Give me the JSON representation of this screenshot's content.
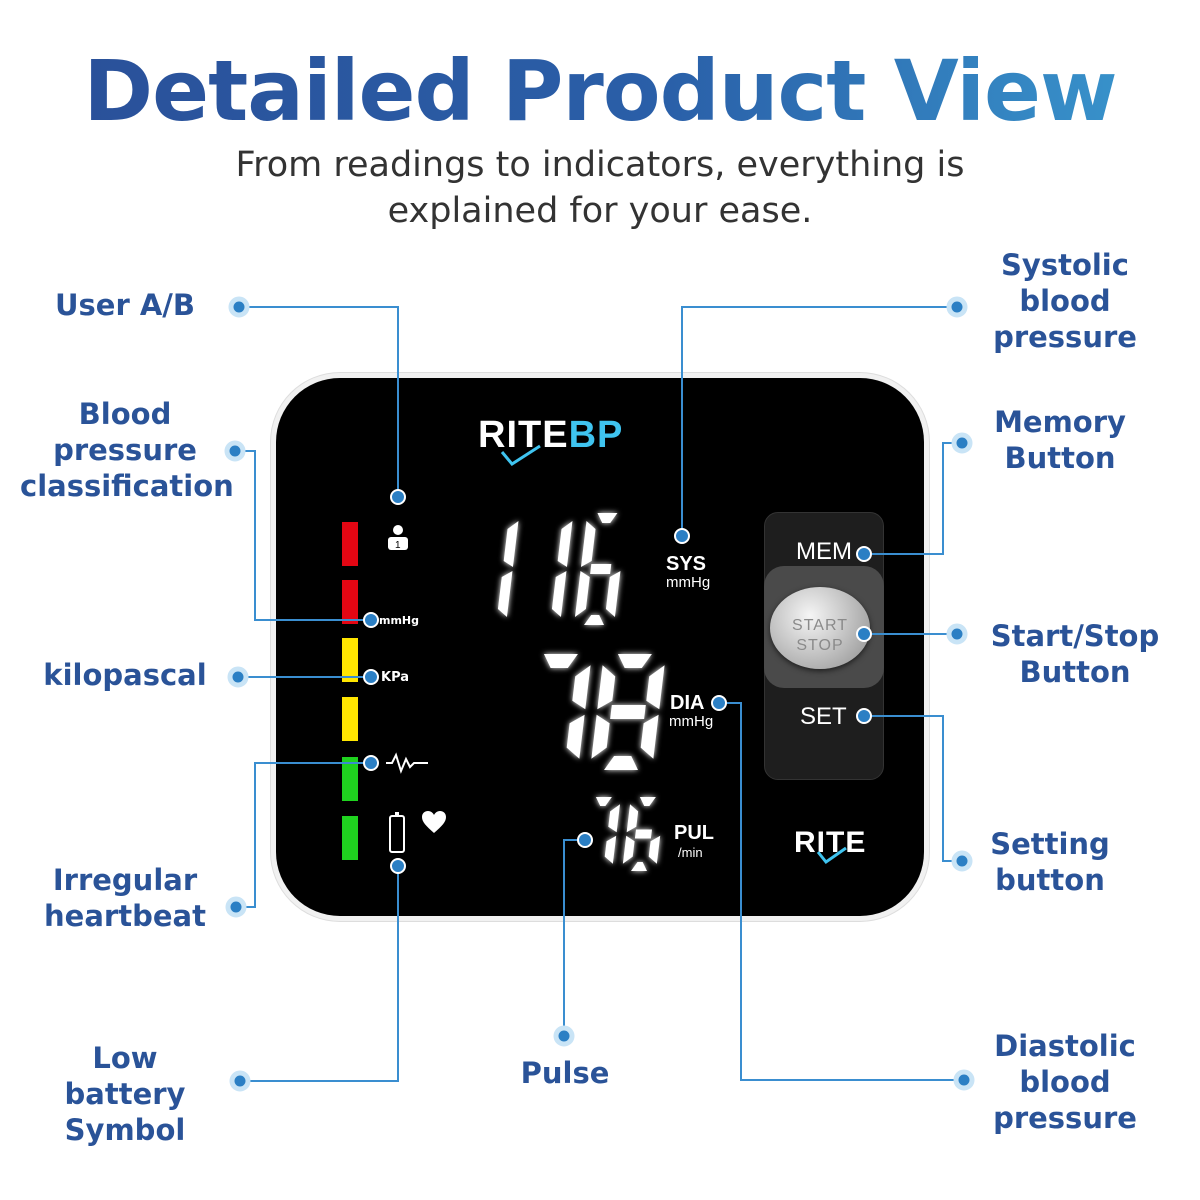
{
  "header": {
    "title": "Detailed Product View",
    "subtitle": "From readings to indicators, everything is explained for your ease."
  },
  "callouts": {
    "user": "User A/B",
    "classification": "Blood pressure classification",
    "kilopascal": "kilopascal",
    "irregular": "Irregular heartbeat",
    "battery": "Low battery Symbol",
    "pulse": "Pulse",
    "systolic": "Systolic blood pressure",
    "memory": "Memory Button",
    "startstop": "Start/Stop Button",
    "setting": "Setting button",
    "diastolic": "Diastolic blood pressure"
  },
  "device": {
    "logo_white": "RITE",
    "logo_blue": "BP",
    "logo_small": "RITE",
    "sys_value": "116",
    "sys_label": "SYS",
    "sys_unit": "mmHg",
    "dia_value": "78",
    "dia_label": "DIA",
    "dia_unit": "mmHg",
    "pul_value": "76",
    "pul_label": "PUL",
    "pul_unit": "/min",
    "mmhg_label": "mmHg",
    "kpa_label": "KPa",
    "user_number": "1",
    "buttons": {
      "mem": "MEM",
      "start": "START",
      "stop": "STOP",
      "set": "SET"
    }
  },
  "colors": {
    "title_start": "#2a4f98",
    "title_end": "#3a9ad0",
    "label_text": "#2a5398",
    "leader_line": "#3a8ed0",
    "bar_red": "#e30613",
    "bar_yellow": "#ffe600",
    "bar_green": "#1fd31f",
    "device_body": "#000000",
    "logo_accent": "#3fc4f0"
  }
}
